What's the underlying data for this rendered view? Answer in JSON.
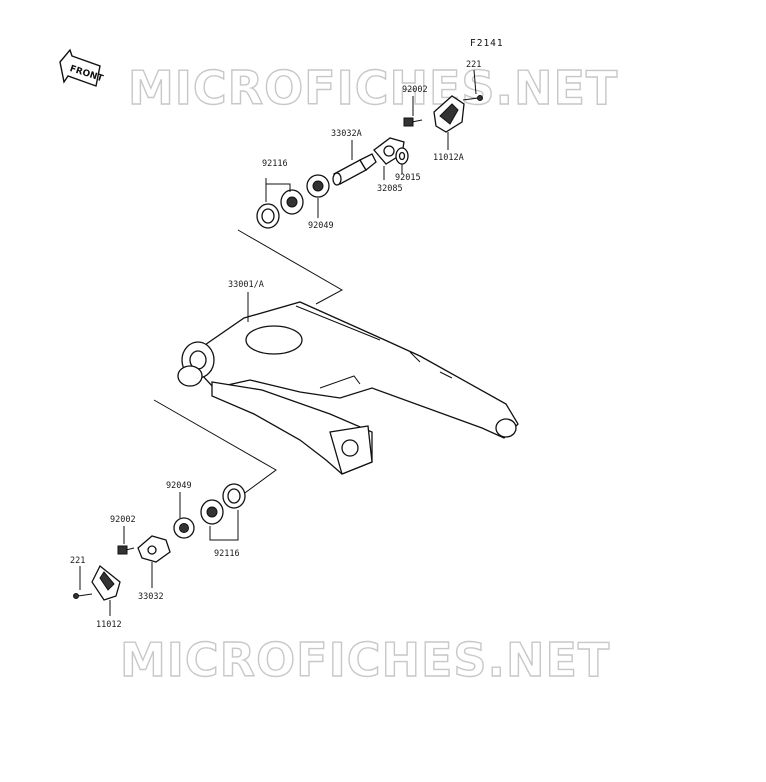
{
  "figure_code": "F2141",
  "front_label": "FRONT",
  "watermark": "MICROFICHES.NET",
  "parts": {
    "p221_top": "221",
    "p92002_top": "92002",
    "p11012A": "11012A",
    "p33032A": "33032A",
    "p32085": "32085",
    "p92015": "92015",
    "p92116_top": "92116",
    "p92049_top": "92049",
    "p33001A": "33001/A",
    "p92049_bot": "92049",
    "p92002_bot": "92002",
    "p221_bot": "221",
    "p92116_bot": "92116",
    "p33032": "33032",
    "p11012": "11012"
  }
}
